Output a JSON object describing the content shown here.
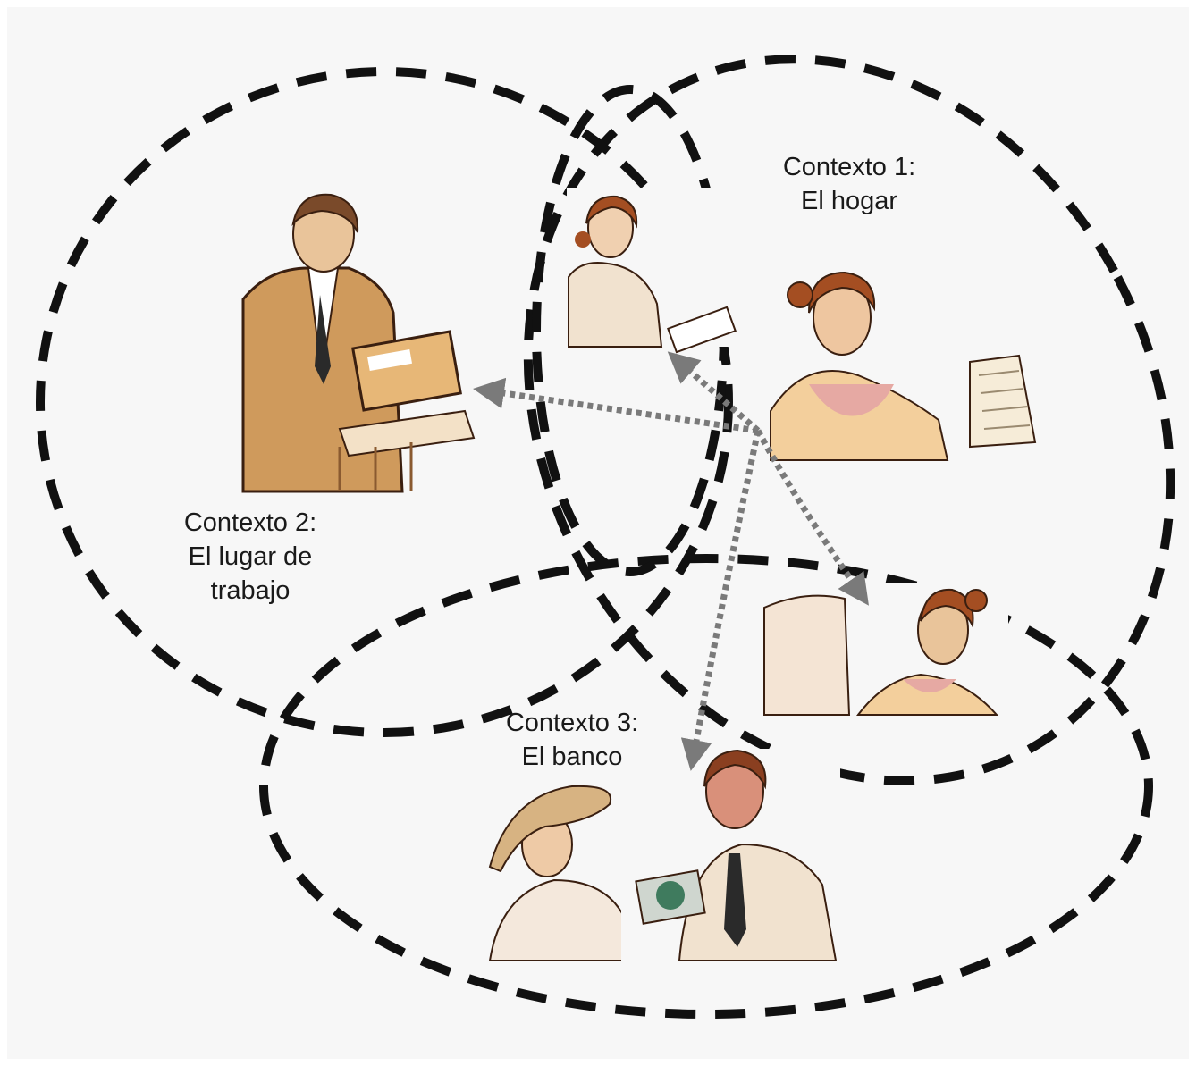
{
  "contexts": [
    {
      "id": "ctx1",
      "title": "Contexto 1:",
      "subtitle": "El hogar"
    },
    {
      "id": "ctx2",
      "title": "Contexto 2:",
      "subtitle_line1": "El lugar de",
      "subtitle_line2": "trabajo"
    },
    {
      "id": "ctx3",
      "title": "Contexto 3:",
      "subtitle": "El banco"
    }
  ],
  "colors": {
    "background": "#f7f7f7",
    "boundary": "#111111",
    "connector": "#7a7a7a",
    "text": "#1a1a1a",
    "skin": "#e9c49a",
    "hair": "#9a4a22",
    "suit_brown": "#cf9a5c",
    "suit_light": "#f1e2cf",
    "money": "#3f7b5e"
  },
  "figures": [
    {
      "name": "woman-with-clipboard",
      "context": "ctx1"
    },
    {
      "name": "woman-reading-book",
      "context": "ctx1"
    },
    {
      "name": "woman-at-computer",
      "context": "ctx1"
    },
    {
      "name": "man-with-folder",
      "context": "ctx2"
    },
    {
      "name": "customer-with-hat",
      "context": "ctx3"
    },
    {
      "name": "banker",
      "context": "ctx3"
    }
  ]
}
